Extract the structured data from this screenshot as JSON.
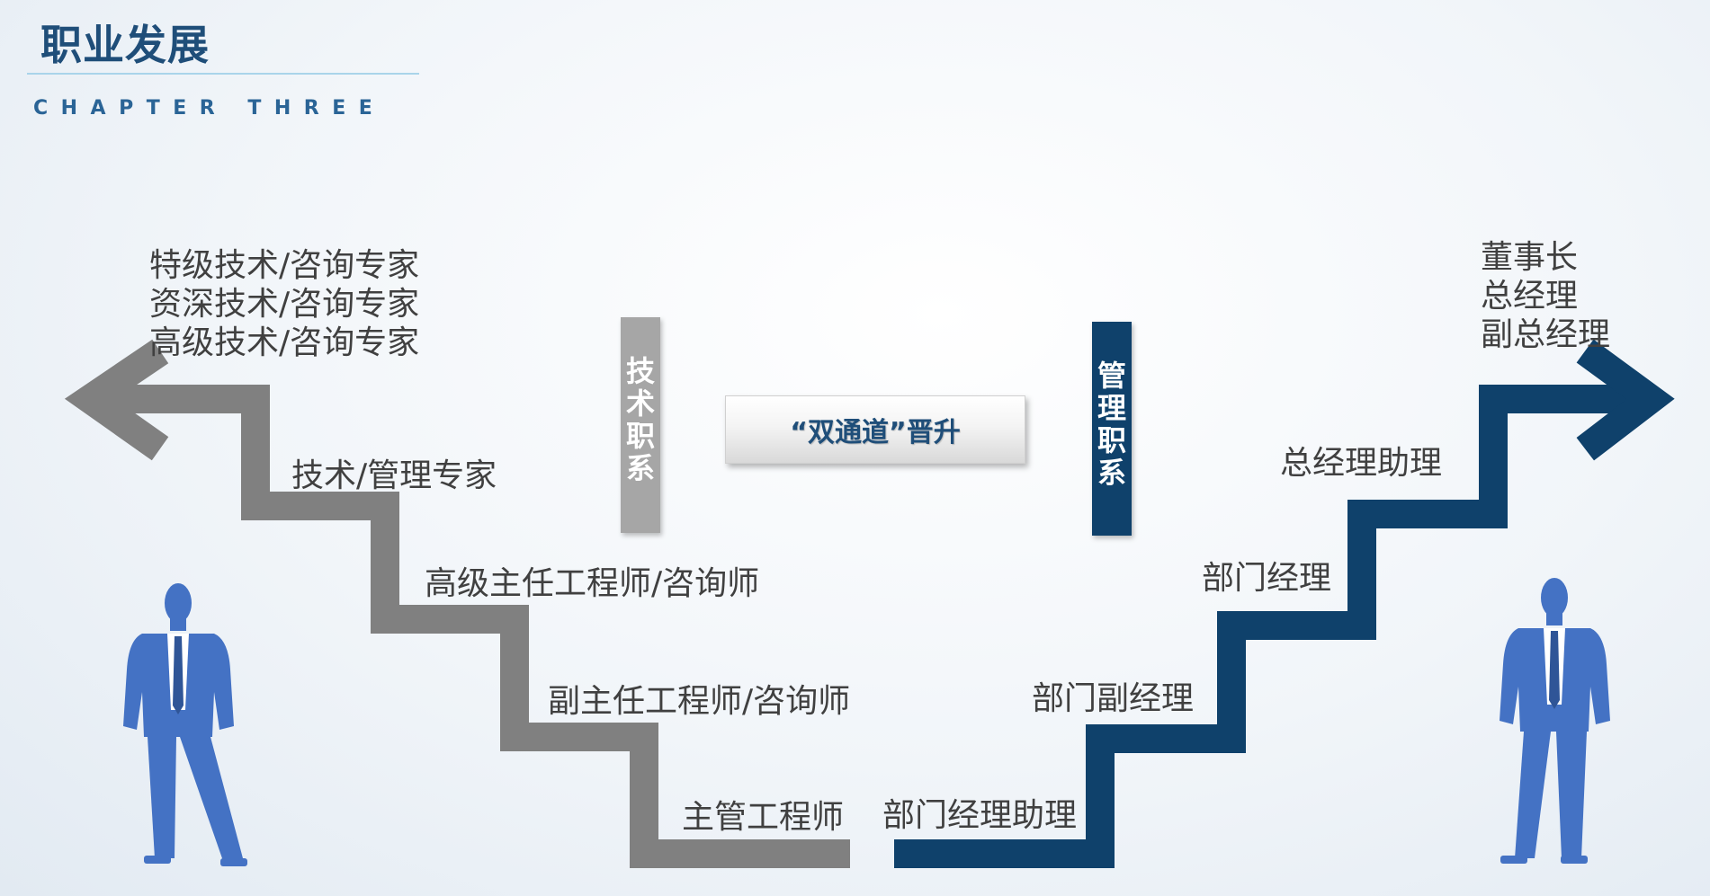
{
  "header": {
    "title": "职业发展",
    "subtitle": "CHAPTER THREE"
  },
  "center_label": "“双通道”晋升",
  "tech_track": {
    "name": "技术职系",
    "color": "#808080",
    "top_titles": [
      "特级技术/咨询专家",
      "资深技术/咨询专家",
      "高级技术/咨询专家"
    ],
    "steps": [
      "技术/管理专家",
      "高级主任工程师/咨询师",
      "副主任工程师/咨询师",
      "主管工程师"
    ]
  },
  "mgmt_track": {
    "name": "管理职系",
    "color": "#0f416b",
    "top_titles": [
      "董事长",
      "总经理",
      "副总经理"
    ],
    "steps": [
      "总经理助理",
      "部门经理",
      "部门副经理",
      "部门经理助理"
    ]
  },
  "silhouette_color": "#4472c4"
}
